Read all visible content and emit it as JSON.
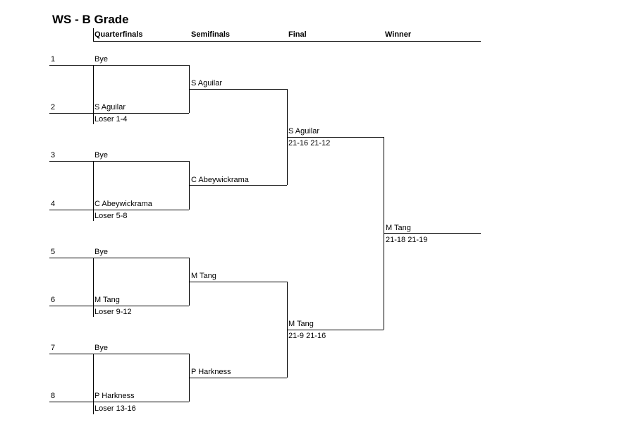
{
  "title": "WS - B Grade",
  "headers": {
    "quarterfinals": "Quarterfinals",
    "semifinals": "Semifinals",
    "final": "Final",
    "winner": "Winner"
  },
  "seeds": [
    "1",
    "2",
    "3",
    "4",
    "5",
    "6",
    "7",
    "8"
  ],
  "quarterfinals": {
    "entries": [
      "Bye",
      "S Aguilar",
      "Bye",
      "C Abeywickrama",
      "Bye",
      "M Tang",
      "Bye",
      "P Harkness"
    ],
    "losers": [
      "Loser  1-4",
      "Loser  5-8",
      "Loser  9-12",
      "Loser  13-16"
    ]
  },
  "semifinals": {
    "entries": [
      "S Aguilar",
      "C Abeywickrama",
      "M Tang",
      "P Harkness"
    ]
  },
  "final": {
    "entries": [
      {
        "name": "S Aguilar",
        "score": "21-16 21-12"
      },
      {
        "name": "M Tang",
        "score": "21-9 21-16"
      }
    ]
  },
  "winner": {
    "name": "M Tang",
    "score": "21-18 21-19"
  }
}
